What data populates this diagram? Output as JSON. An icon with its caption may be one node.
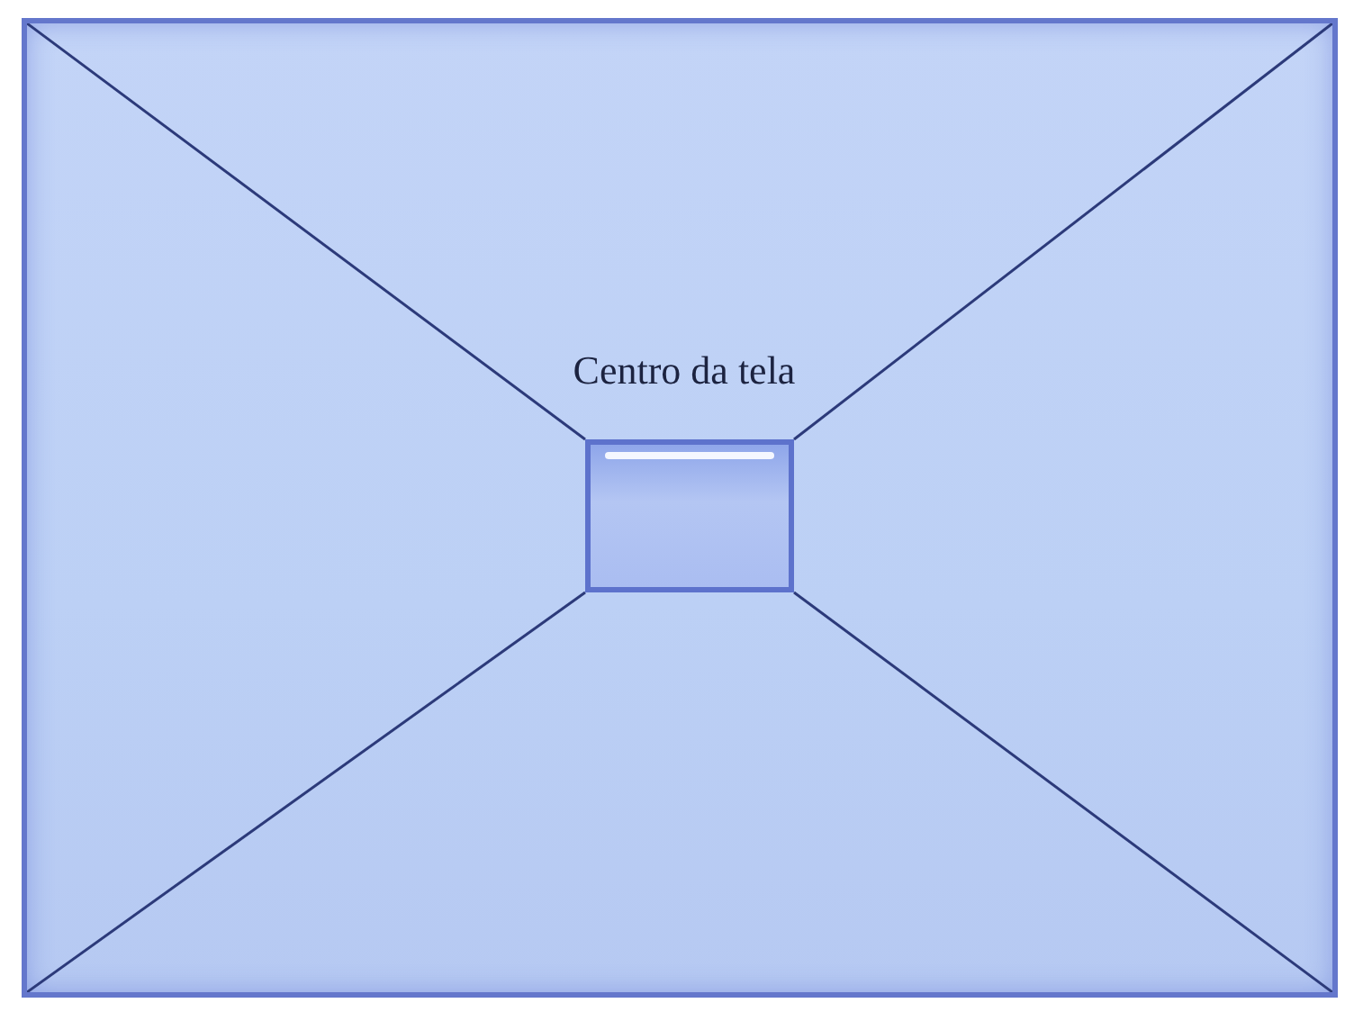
{
  "diagram": {
    "nodes": [
      {
        "text": [],
        "shape": "box"
      },
      {
        "text": [
          "Centro da tela"
        ],
        "in": 0
      }
    ]
  }
}
